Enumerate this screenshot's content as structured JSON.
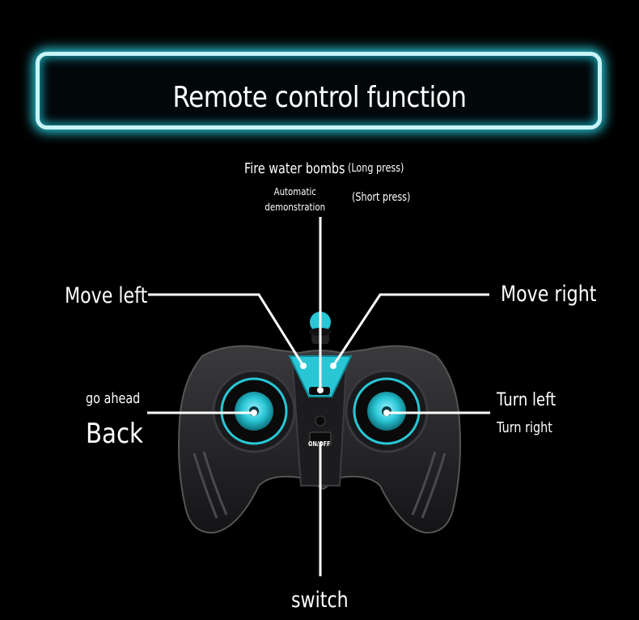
{
  "title": "Remote control function",
  "labels": {
    "fire_water_bombs": "Fire water bombs",
    "long_press": "(Long press)",
    "automatic_demonstration": "Automatic demonstration",
    "short_press": "(Short press)",
    "move_left": "Move left",
    "move_right": "Move right",
    "go_ahead": "go ahead",
    "back": "Back",
    "turn_left": "Turn left",
    "turn_right": "Turn right",
    "switch": "switch",
    "on_off": "ON/OFF"
  },
  "colors": {
    "accent_cyan": "#29c6d6",
    "controller_body": "#2a2a2c",
    "callout_line": "#ffffff"
  }
}
